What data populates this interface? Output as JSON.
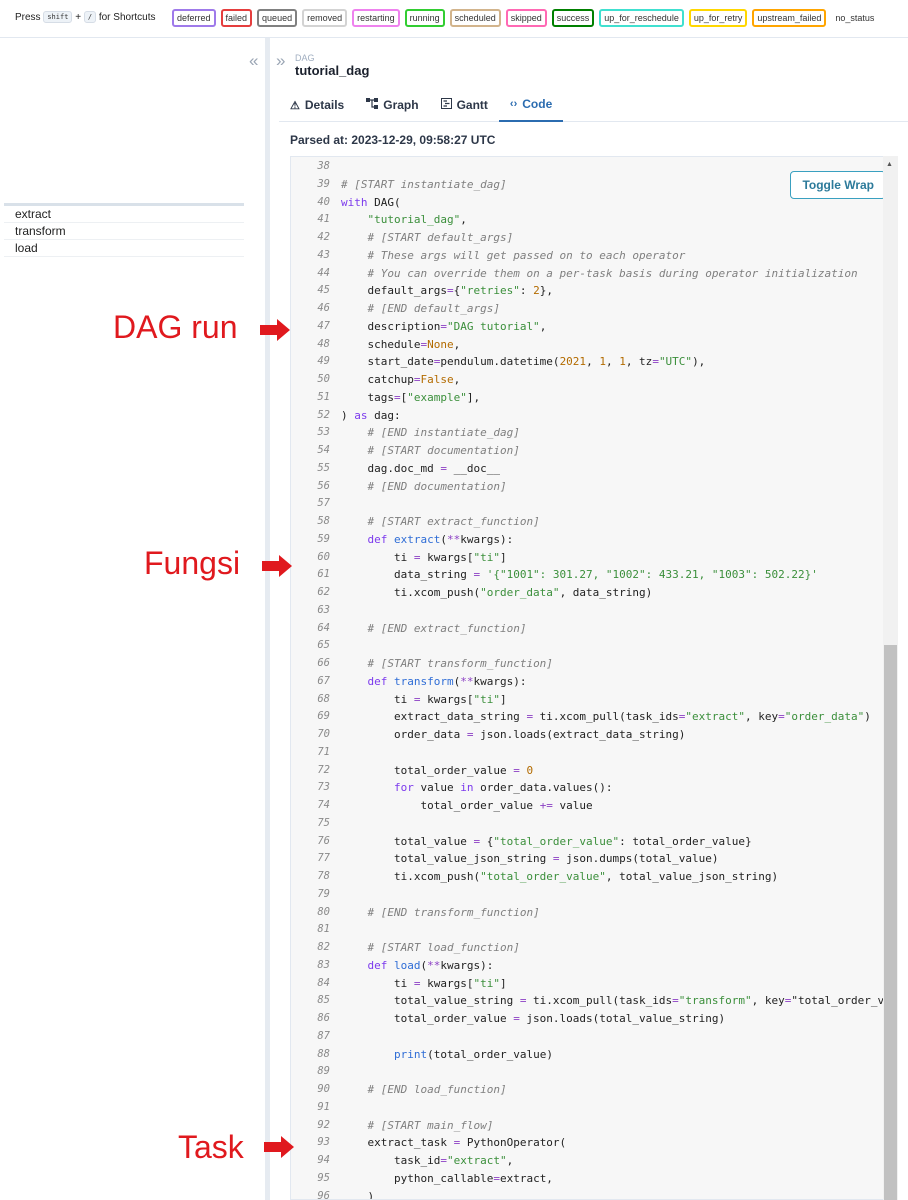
{
  "shortcuts": {
    "prefix": "Press",
    "key1": "shift",
    "plus": "+",
    "key2": "/",
    "suffix": "for Shortcuts"
  },
  "legend": [
    {
      "label": "deferred",
      "color": "#9f7aea"
    },
    {
      "label": "failed",
      "color": "#e53e3e"
    },
    {
      "label": "queued",
      "color": "#808080"
    },
    {
      "label": "removed",
      "color": "#d3d3d3"
    },
    {
      "label": "restarting",
      "color": "#ee82ee"
    },
    {
      "label": "running",
      "color": "#32cd32"
    },
    {
      "label": "scheduled",
      "color": "#d2b48c"
    },
    {
      "label": "skipped",
      "color": "#ff69b4"
    },
    {
      "label": "success",
      "color": "#008000"
    },
    {
      "label": "up_for_reschedule",
      "color": "#40e0d0"
    },
    {
      "label": "up_for_retry",
      "color": "#ffd700"
    },
    {
      "label": "upstream_failed",
      "color": "#ffa500"
    },
    {
      "label": "no_status",
      "color": ""
    }
  ],
  "sidebar": {
    "tasks": [
      "extract",
      "transform",
      "load"
    ]
  },
  "header": {
    "breadcrumb_label": "DAG",
    "dag_id": "tutorial_dag"
  },
  "tabs": [
    {
      "label": "Details",
      "icon": "warning-triangle-icon"
    },
    {
      "label": "Graph",
      "icon": "graph-icon"
    },
    {
      "label": "Gantt",
      "icon": "gantt-icon"
    },
    {
      "label": "Code",
      "icon": "code-icon",
      "active": true
    }
  ],
  "parsed_at": "Parsed at: 2023-12-29, 09:58:27 UTC",
  "toggle_wrap_label": "Toggle Wrap",
  "code_lines": [
    {
      "n": "38",
      "t": ""
    },
    {
      "n": "39",
      "t": "# [START instantiate_dag]"
    },
    {
      "n": "40",
      "t": "with DAG("
    },
    {
      "n": "41",
      "t": "    \"tutorial_dag\","
    },
    {
      "n": "42",
      "t": "    # [START default_args]"
    },
    {
      "n": "43",
      "t": "    # These args will get passed on to each operator"
    },
    {
      "n": "44",
      "t": "    # You can override them on a per-task basis during operator initialization"
    },
    {
      "n": "45",
      "t": "    default_args={\"retries\": 2},"
    },
    {
      "n": "46",
      "t": "    # [END default_args]"
    },
    {
      "n": "47",
      "t": "    description=\"DAG tutorial\","
    },
    {
      "n": "48",
      "t": "    schedule=None,"
    },
    {
      "n": "49",
      "t": "    start_date=pendulum.datetime(2021, 1, 1, tz=\"UTC\"),"
    },
    {
      "n": "50",
      "t": "    catchup=False,"
    },
    {
      "n": "51",
      "t": "    tags=[\"example\"],"
    },
    {
      "n": "52",
      "t": ") as dag:"
    },
    {
      "n": "53",
      "t": "    # [END instantiate_dag]"
    },
    {
      "n": "54",
      "t": "    # [START documentation]"
    },
    {
      "n": "55",
      "t": "    dag.doc_md = __doc__"
    },
    {
      "n": "56",
      "t": "    # [END documentation]"
    },
    {
      "n": "57",
      "t": ""
    },
    {
      "n": "58",
      "t": "    # [START extract_function]"
    },
    {
      "n": "59",
      "t": "    def extract(**kwargs):"
    },
    {
      "n": "60",
      "t": "        ti = kwargs[\"ti\"]"
    },
    {
      "n": "61",
      "t": "        data_string = '{\"1001\": 301.27, \"1002\": 433.21, \"1003\": 502.22}'"
    },
    {
      "n": "62",
      "t": "        ti.xcom_push(\"order_data\", data_string)"
    },
    {
      "n": "63",
      "t": ""
    },
    {
      "n": "64",
      "t": "    # [END extract_function]"
    },
    {
      "n": "65",
      "t": ""
    },
    {
      "n": "66",
      "t": "    # [START transform_function]"
    },
    {
      "n": "67",
      "t": "    def transform(**kwargs):"
    },
    {
      "n": "68",
      "t": "        ti = kwargs[\"ti\"]"
    },
    {
      "n": "69",
      "t": "        extract_data_string = ti.xcom_pull(task_ids=\"extract\", key=\"order_data\")"
    },
    {
      "n": "70",
      "t": "        order_data = json.loads(extract_data_string)"
    },
    {
      "n": "71",
      "t": ""
    },
    {
      "n": "72",
      "t": "        total_order_value = 0"
    },
    {
      "n": "73",
      "t": "        for value in order_data.values():"
    },
    {
      "n": "74",
      "t": "            total_order_value += value"
    },
    {
      "n": "75",
      "t": ""
    },
    {
      "n": "76",
      "t": "        total_value = {\"total_order_value\": total_order_value}"
    },
    {
      "n": "77",
      "t": "        total_value_json_string = json.dumps(total_value)"
    },
    {
      "n": "78",
      "t": "        ti.xcom_push(\"total_order_value\", total_value_json_string)"
    },
    {
      "n": "79",
      "t": ""
    },
    {
      "n": "80",
      "t": "    # [END transform_function]"
    },
    {
      "n": "81",
      "t": ""
    },
    {
      "n": "82",
      "t": "    # [START load_function]"
    },
    {
      "n": "83",
      "t": "    def load(**kwargs):"
    },
    {
      "n": "84",
      "t": "        ti = kwargs[\"ti\"]"
    },
    {
      "n": "85",
      "t": "        total_value_string = ti.xcom_pull(task_ids=\"transform\", key=\"total_order_val"
    },
    {
      "n": "86",
      "t": "        total_order_value = json.loads(total_value_string)"
    },
    {
      "n": "87",
      "t": ""
    },
    {
      "n": "88",
      "t": "        print(total_order_value)"
    },
    {
      "n": "89",
      "t": ""
    },
    {
      "n": "90",
      "t": "    # [END load_function]"
    },
    {
      "n": "91",
      "t": ""
    },
    {
      "n": "92",
      "t": "    # [START main_flow]"
    },
    {
      "n": "93",
      "t": "    extract_task = PythonOperator("
    },
    {
      "n": "94",
      "t": "        task_id=\"extract\","
    },
    {
      "n": "95",
      "t": "        python_callable=extract,"
    },
    {
      "n": "96",
      "t": "    )"
    }
  ],
  "annotations": [
    {
      "label": "DAG run",
      "color": "#e0191e"
    },
    {
      "label": "Fungsi",
      "color": "#e0191e"
    },
    {
      "label": "Task",
      "color": "#e0191e"
    }
  ]
}
